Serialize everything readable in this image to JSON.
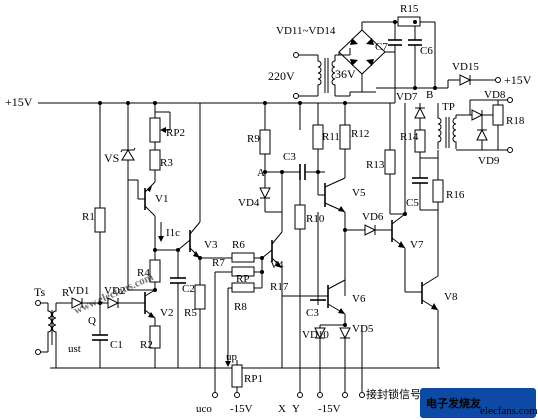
{
  "labels": {
    "vd11_14": "VD11~VD14",
    "r15": "R15",
    "c7": "C7",
    "c6": "C6",
    "v220": "220V",
    "v36": "36V",
    "b": "B",
    "vd15": "VD15",
    "plus15_right": "+15V",
    "vd7": "VD7",
    "tp": "TP",
    "vd8": "VD8",
    "r18": "R18",
    "r14": "R14",
    "vd9": "VD9",
    "r13": "R13",
    "c5": "C5",
    "r16": "R16",
    "plus15_left": "+15V",
    "rp2": "RP2",
    "r9": "R9",
    "r11": "R11",
    "r12": "R12",
    "vs": "VS",
    "r3": "R3",
    "v1": "V1",
    "a": "A",
    "c3_top": "C3",
    "v5": "V5",
    "vd4": "VD4",
    "r10": "R10",
    "vd6": "VD6",
    "v7": "V7",
    "r1": "R1",
    "i1c": "I1c",
    "v3": "V3",
    "r6": "R6",
    "v4": "V4",
    "r4": "R4",
    "c2": "C2",
    "r7": "R7",
    "r17": "R17",
    "v8": "V8",
    "vd1": "VD1",
    "vd2": "VD2",
    "ts": "Ts",
    "r_sync": "R",
    "q": "Q",
    "v2": "V2",
    "r5": "R5",
    "r8": "R8",
    "rp": "RP",
    "v6": "V6",
    "c3_bot": "C3",
    "vd10": "VD10",
    "vd5": "VD5",
    "c1": "C1",
    "r2": "R2",
    "ust": "ust",
    "up": "up",
    "rp1": "RP1",
    "uco": "uco",
    "minus15_a": "-15V",
    "x": "X",
    "y": "Y",
    "minus15_b": "-15V",
    "lock_signal": "接封锁信号"
  },
  "watermark": "www.elecfans.com",
  "badge": {
    "title": "电子发烧友",
    "sub": "elecfans.com"
  },
  "colors": {
    "line": "#000000",
    "watermark": "#e8322e",
    "badge": "#0c4aa6"
  }
}
